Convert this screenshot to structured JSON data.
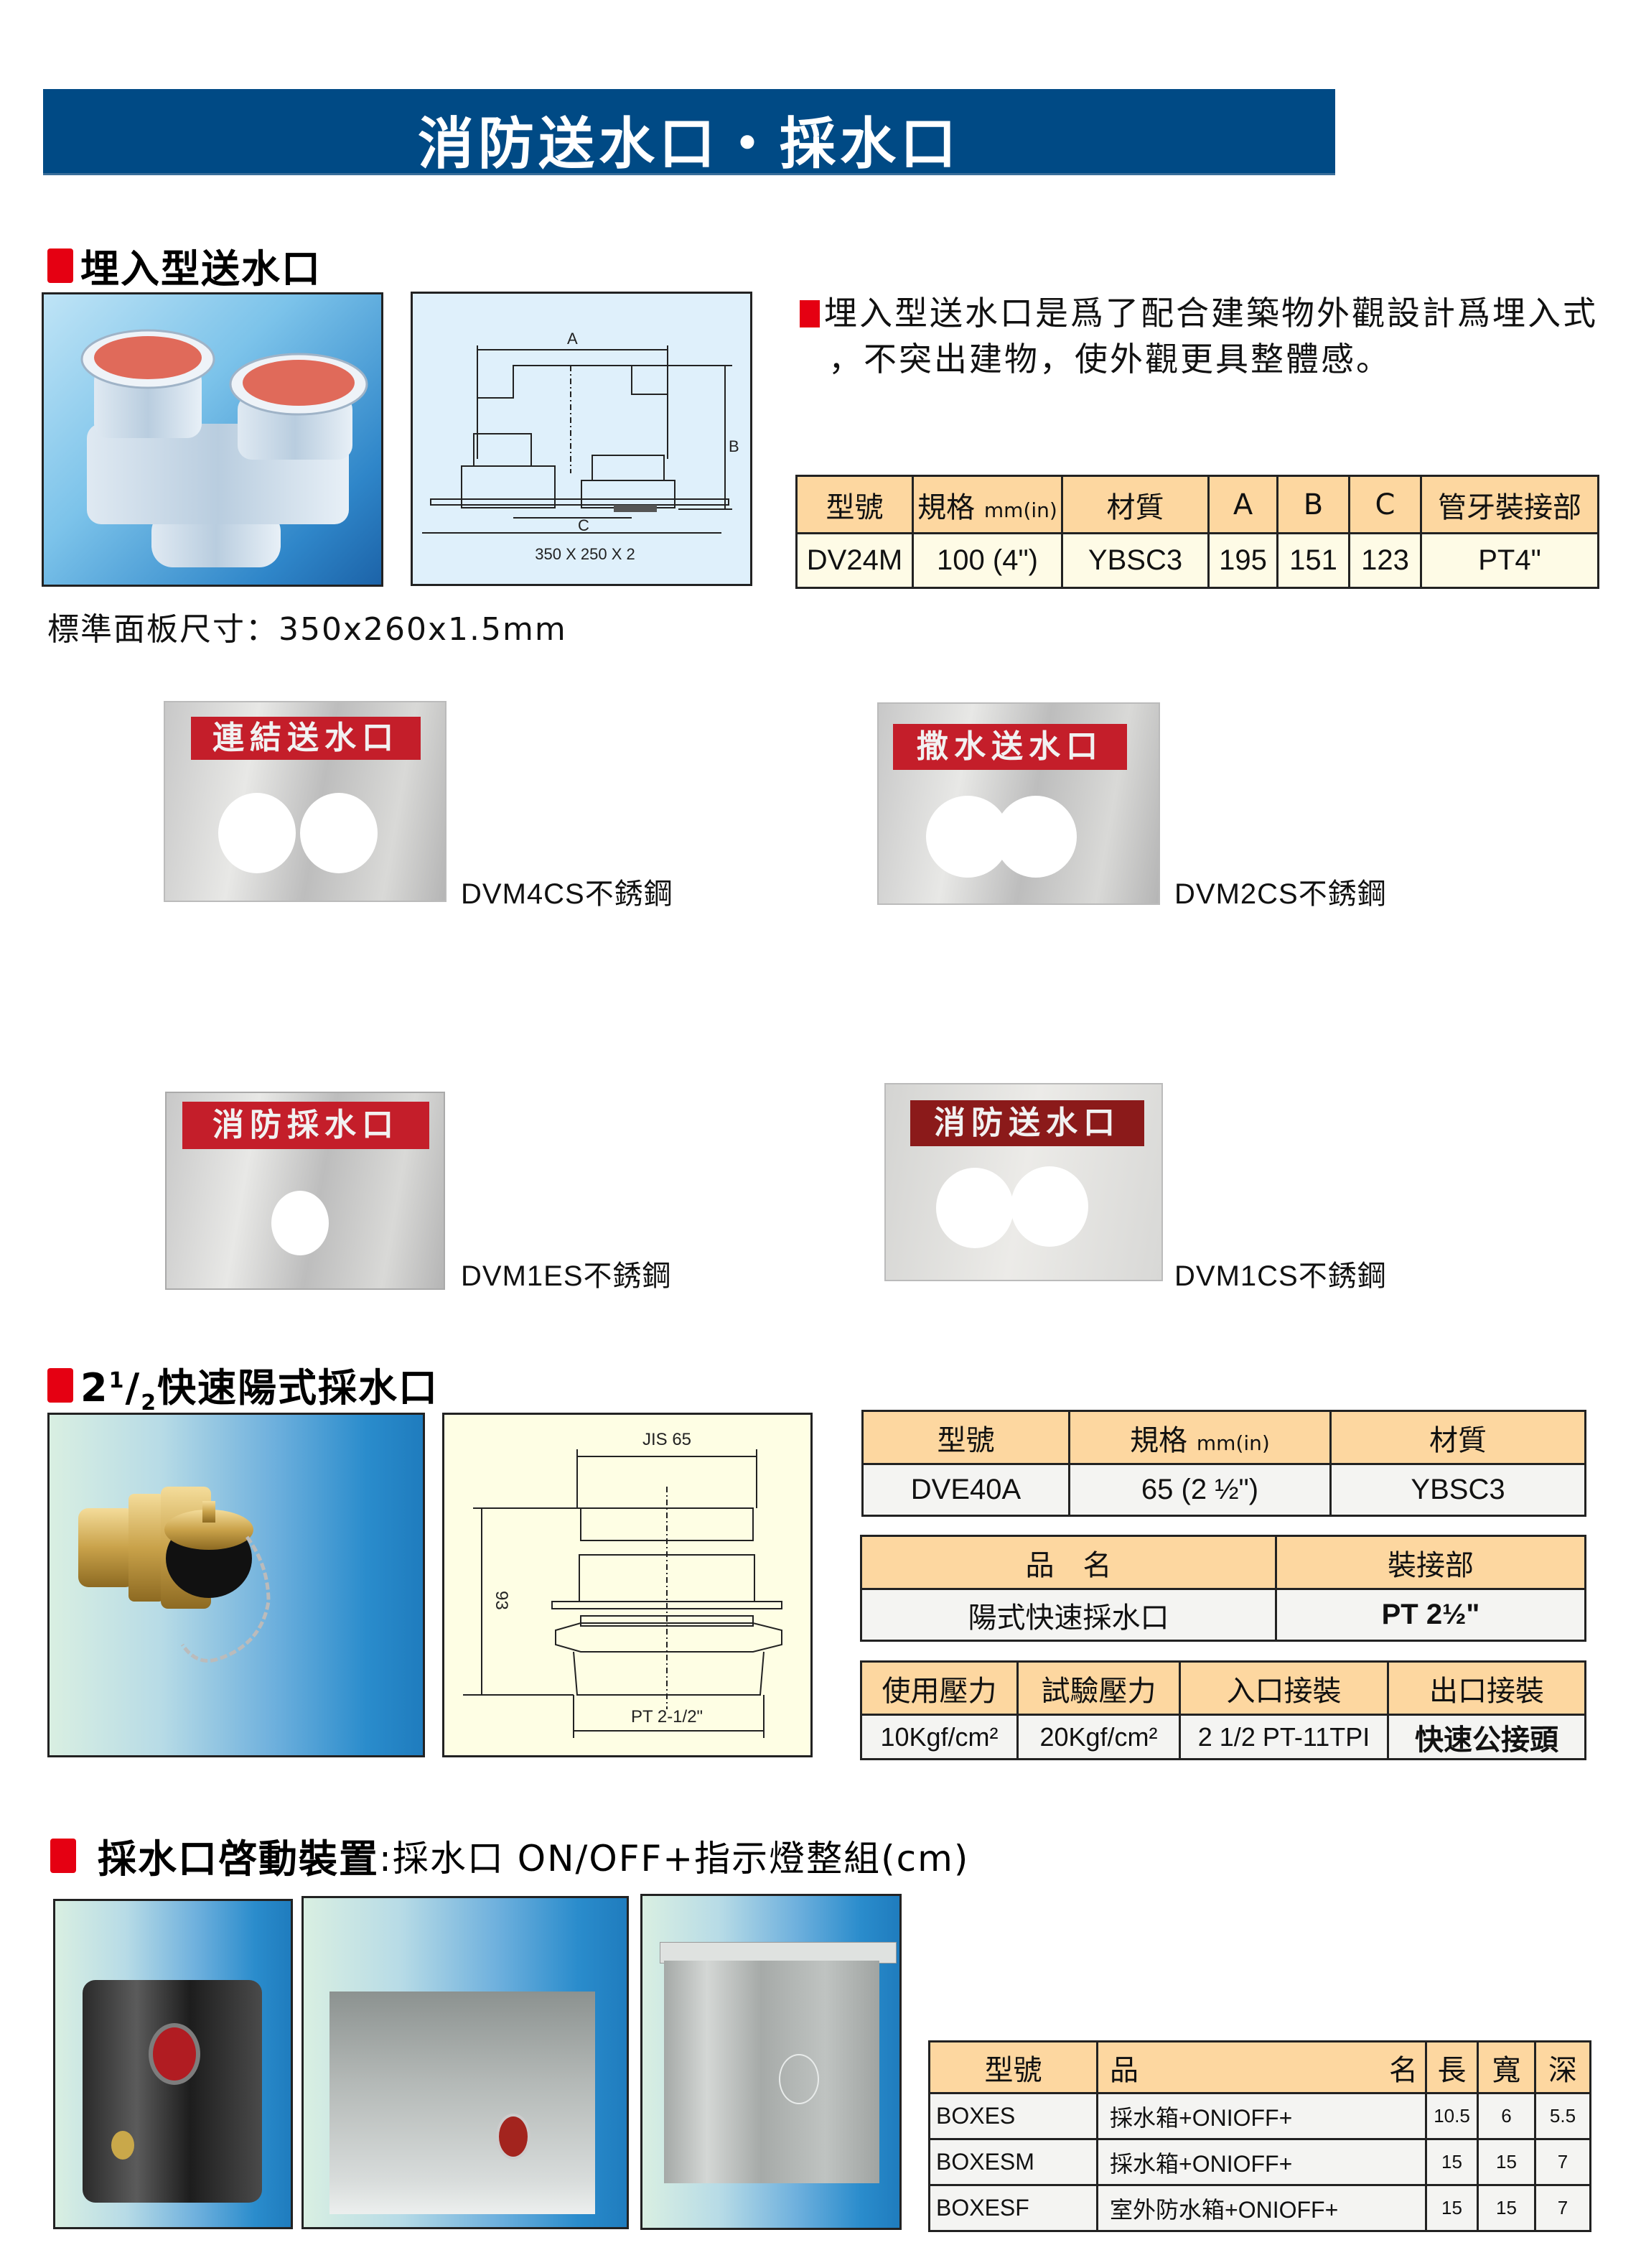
{
  "header": {
    "title": "消防送水口・採水口"
  },
  "section1": {
    "title": "埋入型送水口",
    "description_line1": "埋入型送水口是爲了配合建築物外觀設計爲埋入式",
    "description_line2": "，不突出建物，使外觀更具整體感。",
    "diagram": {
      "label_a": "A",
      "label_b": "B",
      "label_c": "C",
      "panel_dim": "350 X 250 X 2"
    },
    "table": {
      "headers": [
        "型號",
        "規格",
        "mm(in)",
        "材質",
        "A",
        "B",
        "C",
        "管牙裝接部"
      ],
      "row": [
        "DV24M",
        "100 (4\")",
        "YBSC3",
        "195",
        "151",
        "123",
        "PT4\""
      ]
    },
    "standard_panel_size": "標準面板尺寸：350x260x1.5mm",
    "panels": [
      {
        "sign": "連結送水口",
        "caption": "DVM4CS不銹鋼",
        "holes": 2
      },
      {
        "sign": "撒水送水口",
        "caption": "DVM2CS不銹鋼",
        "holes": 2
      },
      {
        "sign": "消防採水口",
        "caption": "DVM1ES不銹鋼",
        "holes": 1
      },
      {
        "sign": "消防送水口",
        "caption": "DVM1CS不銹鋼",
        "holes": 2
      }
    ]
  },
  "section2": {
    "title_prefix": "2",
    "title_frac_num": "1",
    "title_frac_den": "2",
    "title": "快速陽式採水口",
    "diagram": {
      "top_dim": "JIS 65",
      "height_dim": "93",
      "bottom_dim": "PT 2-1/2\""
    },
    "table1": {
      "headers": [
        "型號",
        "規格",
        "mm(in)",
        "材質"
      ],
      "row": [
        "DVE40A",
        "65 (2 ½\")",
        "YBSC3"
      ]
    },
    "table2": {
      "headers": [
        "品　名",
        "裝接部"
      ],
      "row": [
        "陽式快速採水口",
        "PT 2½\""
      ]
    },
    "table3": {
      "headers": [
        "使用壓力",
        "試驗壓力",
        "入口接裝",
        "出口接裝"
      ],
      "row": [
        "10Kgf/cm²",
        "20Kgf/cm²",
        "2 1/2 PT-11TPI",
        "快速公接頭"
      ]
    }
  },
  "section3": {
    "title_bold": "採水口啓動裝置",
    "title_rest": ":採水口 ON/OFF+指示燈整組(cm)",
    "table": {
      "headers": [
        "型號",
        "品",
        "名",
        "長",
        "寬",
        "深"
      ],
      "rows": [
        [
          "BOXES",
          "採水箱+ONIOFF+",
          "10.5",
          "6",
          "5.5"
        ],
        [
          "BOXESM",
          "採水箱+ONIOFF+",
          "15",
          "15",
          "7"
        ],
        [
          "BOXESF",
          "室外防水箱+ONIOFF+",
          "15",
          "15",
          "7"
        ]
      ]
    }
  },
  "colors": {
    "banner": "#004a85",
    "accent_red": "#e50012",
    "table_header": "#fdd7a0",
    "table_cell_cream": "#fefbe6",
    "sign_red": "#c41e2a"
  }
}
